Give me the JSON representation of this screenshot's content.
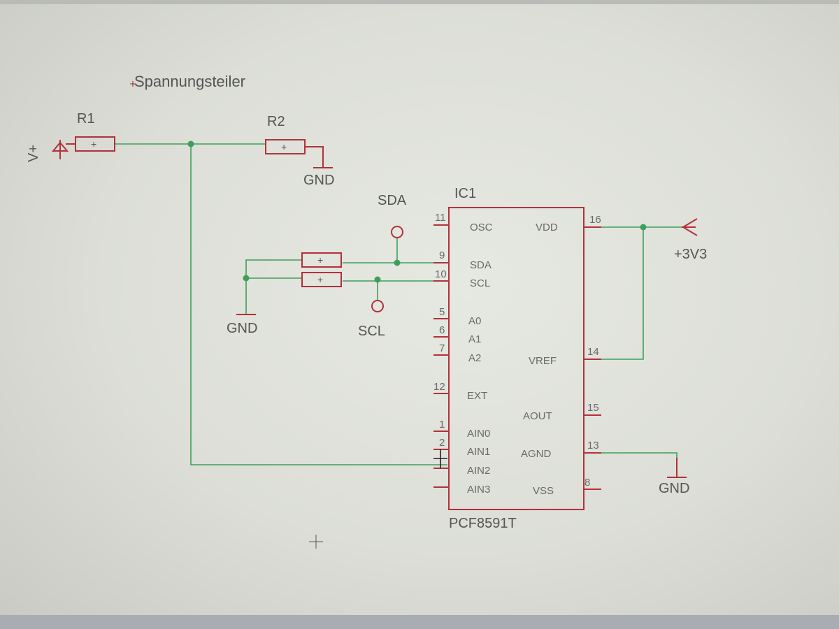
{
  "title": "Spannungsteiler",
  "supply": {
    "vplus": "V+",
    "v3v3": "+3V3"
  },
  "resistors": {
    "r1": "R1",
    "r2": "R2",
    "plus": "+"
  },
  "grounds": {
    "gnd": "GND"
  },
  "bus": {
    "sda": "SDA",
    "scl": "SCL"
  },
  "ic": {
    "name": "IC1",
    "value": "PCF8591T",
    "pins_left": [
      {
        "num": "11",
        "name": "OSC"
      },
      {
        "num": "9",
        "name": "SDA"
      },
      {
        "num": "10",
        "name": "SCL"
      },
      {
        "num": "5",
        "name": "A0"
      },
      {
        "num": "6",
        "name": "A1"
      },
      {
        "num": "7",
        "name": "A2"
      },
      {
        "num": "12",
        "name": "EXT"
      },
      {
        "num": "1",
        "name": "AIN0"
      },
      {
        "num": "2",
        "name": "AIN1"
      },
      {
        "num": "",
        "name": "AIN2"
      },
      {
        "num": "",
        "name": "AIN3"
      }
    ],
    "pins_right": [
      {
        "num": "16",
        "name": "VDD"
      },
      {
        "num": "14",
        "name": "VREF"
      },
      {
        "num": "15",
        "name": "AOUT"
      },
      {
        "num": "13",
        "name": "AGND"
      },
      {
        "num": "8",
        "name": "VSS"
      }
    ]
  },
  "colors": {
    "wire": "#3f9f5a",
    "part": "#b2323a",
    "junction": "#3f9f5a"
  }
}
